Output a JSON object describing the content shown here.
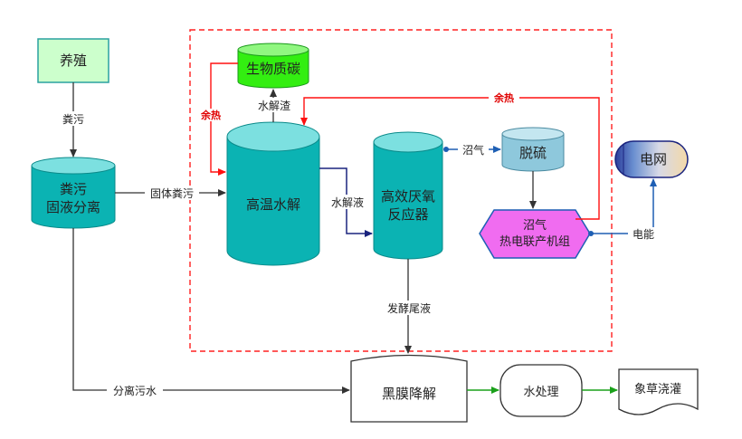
{
  "nodes": {
    "breeding": "养殖",
    "separation_line1": "粪污",
    "separation_line2": "固液分离",
    "biochar": "生物质碳",
    "hydrolysis": "高温水解",
    "reactor_line1": "高效厌氧",
    "reactor_line2": "反应器",
    "desulfurization": "脱硫",
    "chp_line1": "沼气",
    "chp_line2": "热电联产机组",
    "grid": "电网",
    "membrane": "黑膜降解",
    "water_treatment": "水处理",
    "irrigation": "象草浇灌"
  },
  "edges": {
    "manure": "粪污",
    "solid_manure": "固体粪污",
    "hydrolysis_residue": "水解渣",
    "hydrolysate": "水解液",
    "biogas": "沼气",
    "fermentation_tail": "发酵尾液",
    "separated_wastewater": "分离污水",
    "electricity": "电能",
    "waste_heat_left": "余热",
    "waste_heat_top": "余热"
  },
  "colors": {
    "breeding_fill": "#ccffcc",
    "cylinder_teal": "#0bb3b3",
    "biochar_green": "#33ee11",
    "desulfurization_blue": "#8ec8dc",
    "chp_magenta": "#f06cf0",
    "dashed_red": "#ff2020",
    "arrow_dark": "#333333",
    "arrow_navy": "#1a237e",
    "arrow_blue": "#1e5fb4",
    "arrow_green": "#1aa01a"
  }
}
